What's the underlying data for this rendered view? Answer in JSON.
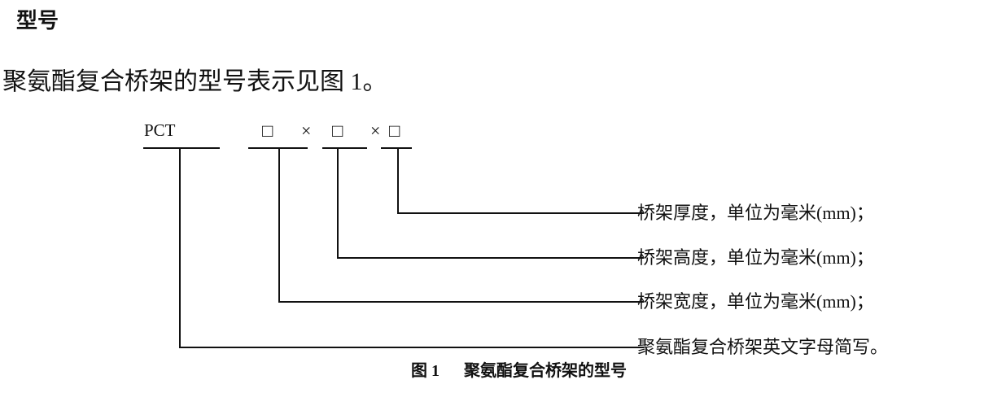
{
  "heading": "型号",
  "intro": "聚氨酯复合桥架的型号表示见图 1。",
  "diagram": {
    "prefix": "PCT",
    "placeholder": "□",
    "separator": "×",
    "labels": [
      "桥架厚度，单位为毫米(mm)；",
      "桥架高度，单位为毫米(mm)；",
      "桥架宽度，单位为毫米(mm)；",
      "聚氨酯复合桥架英文字母简写。"
    ]
  },
  "caption": {
    "number": "图 1",
    "title": "聚氨酯复合桥架的型号"
  }
}
